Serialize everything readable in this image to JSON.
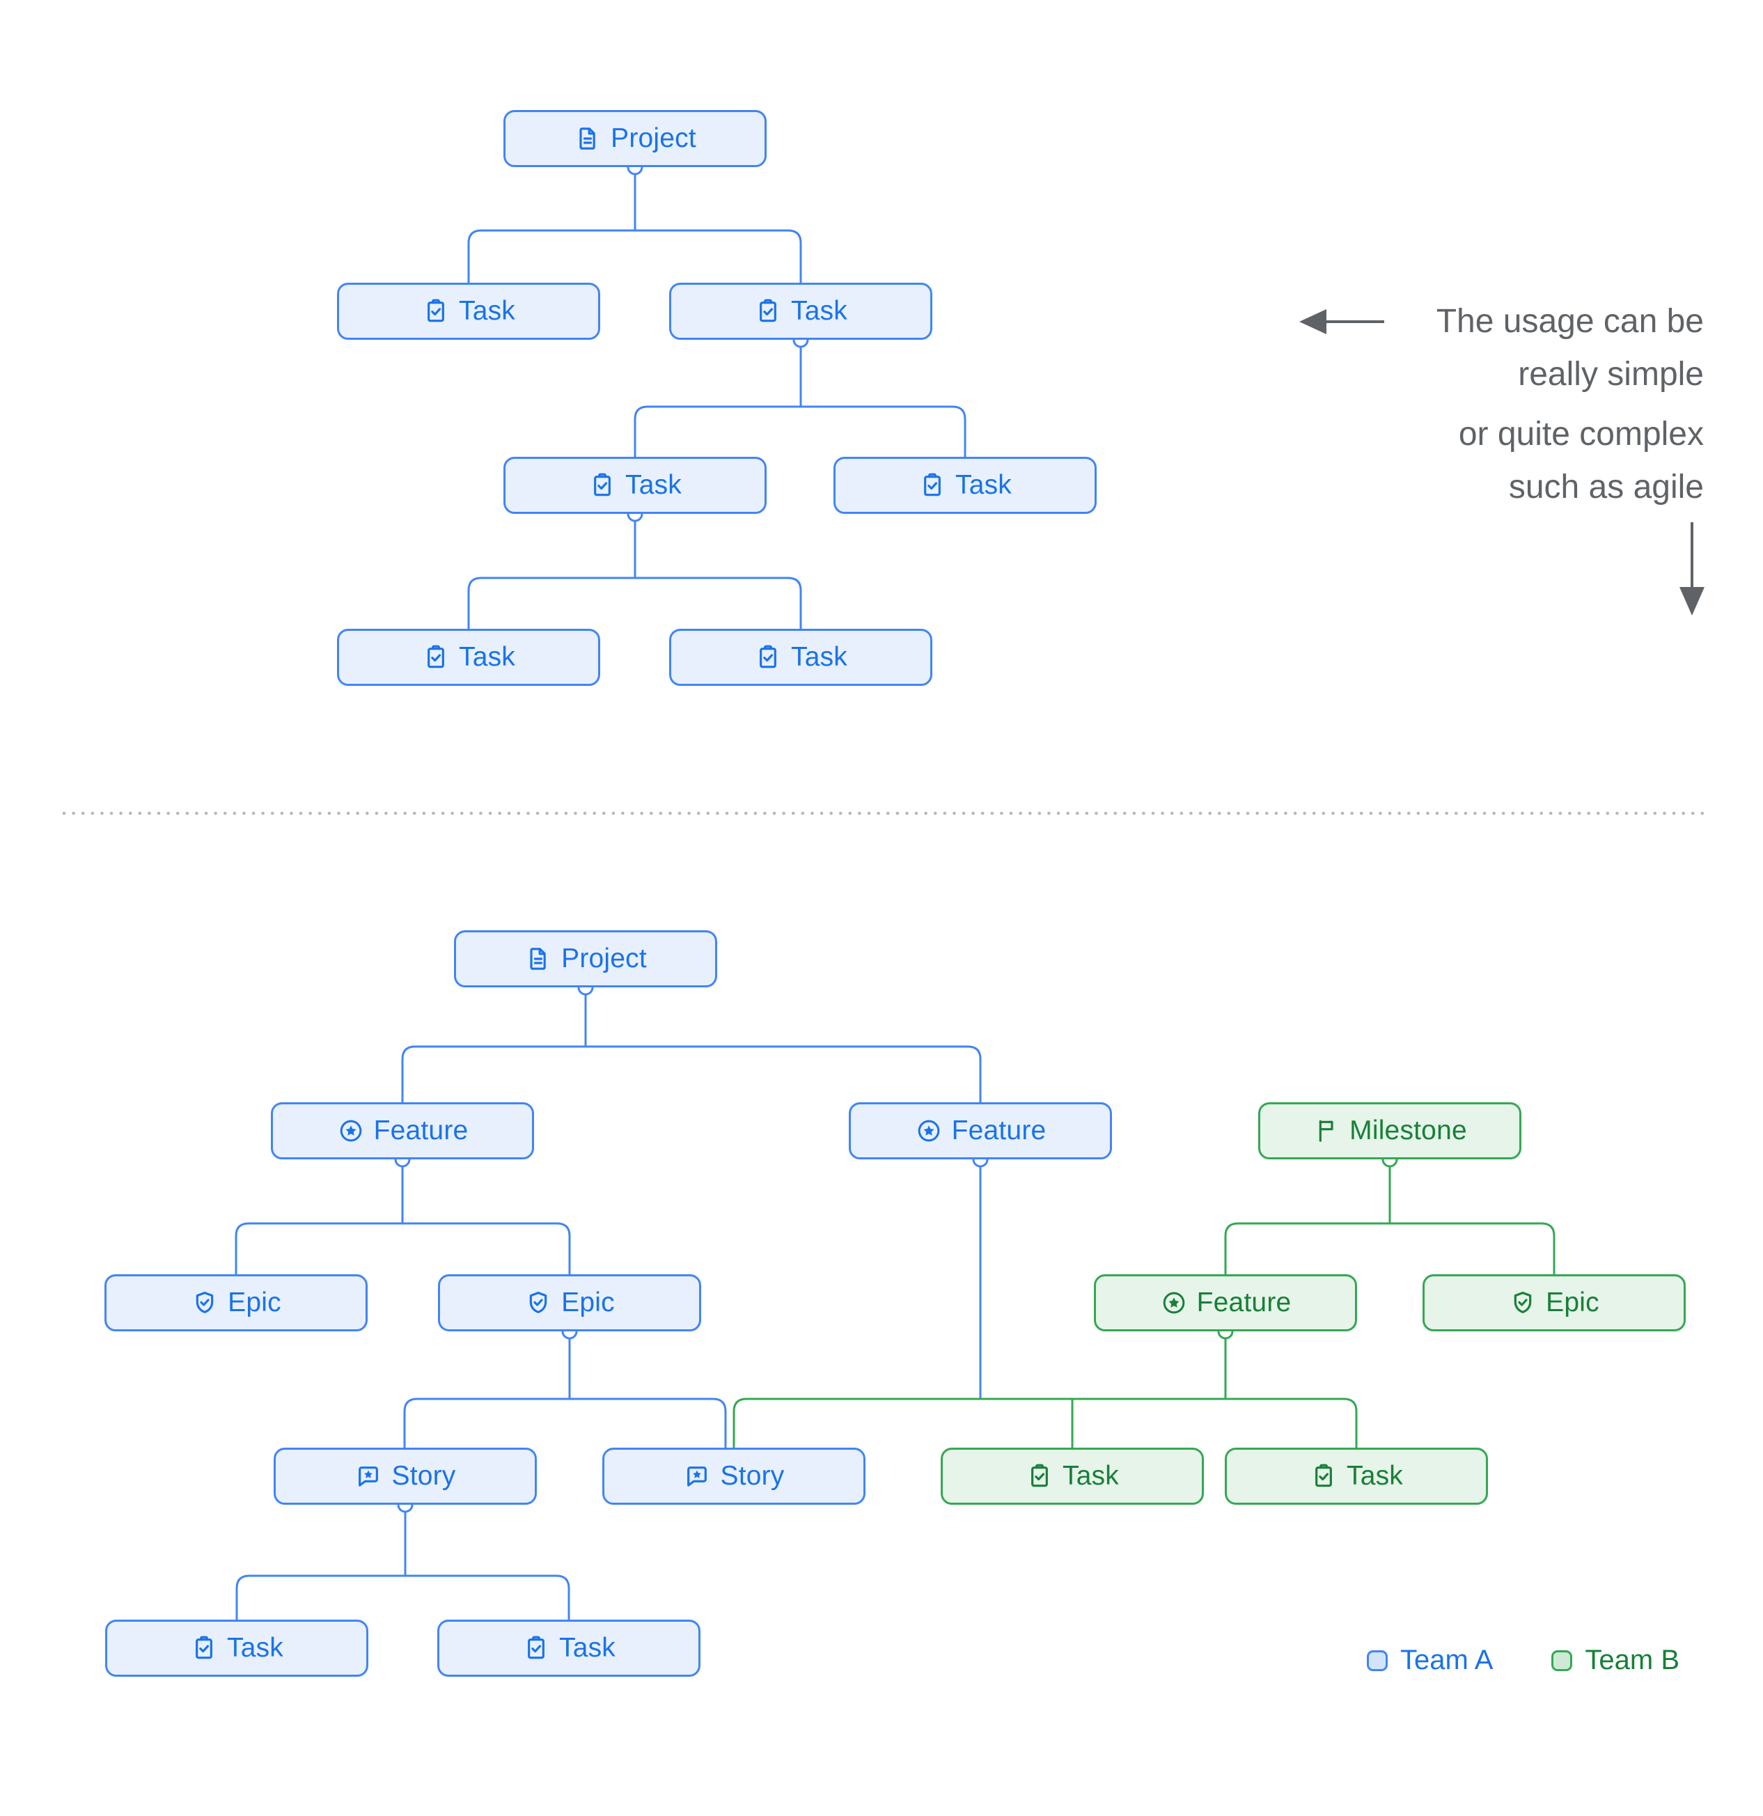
{
  "colors": {
    "team_a_accent": "#4285F4",
    "team_a_fill": "#E8F0FE",
    "team_a_text": "#1A73E8",
    "team_b_accent": "#34A853",
    "team_b_fill": "#E6F4EA",
    "team_b_text": "#188038",
    "annotation_text": "#5F6368",
    "divider_dots": "#B4B8BD"
  },
  "annotation": {
    "line1": "The usage can be",
    "line2": "really simple",
    "line3": "or quite complex",
    "line4": "such as agile"
  },
  "legend": {
    "team_a_label": "Team A",
    "team_b_label": "Team B"
  },
  "simple_tree": {
    "nodes": [
      {
        "label": "Project",
        "icon": "document-icon",
        "team": "A"
      },
      {
        "label": "Task",
        "icon": "clipboard-check-icon",
        "team": "A"
      },
      {
        "label": "Task",
        "icon": "clipboard-check-icon",
        "team": "A"
      },
      {
        "label": "Task",
        "icon": "clipboard-check-icon",
        "team": "A"
      },
      {
        "label": "Task",
        "icon": "clipboard-check-icon",
        "team": "A"
      },
      {
        "label": "Task",
        "icon": "clipboard-check-icon",
        "team": "A"
      },
      {
        "label": "Task",
        "icon": "clipboard-check-icon",
        "team": "A"
      }
    ],
    "edges": [
      [
        0,
        1
      ],
      [
        0,
        2
      ],
      [
        2,
        3
      ],
      [
        2,
        4
      ],
      [
        3,
        5
      ],
      [
        3,
        6
      ]
    ]
  },
  "complex_tree": {
    "nodes": [
      {
        "label": "Project",
        "icon": "document-icon",
        "team": "A"
      },
      {
        "label": "Feature",
        "icon": "star-circle-icon",
        "team": "A"
      },
      {
        "label": "Feature",
        "icon": "star-circle-icon",
        "team": "A"
      },
      {
        "label": "Milestone",
        "icon": "flag-icon",
        "team": "B"
      },
      {
        "label": "Epic",
        "icon": "shield-check-icon",
        "team": "A"
      },
      {
        "label": "Epic",
        "icon": "shield-check-icon",
        "team": "A"
      },
      {
        "label": "Feature",
        "icon": "star-circle-icon",
        "team": "B"
      },
      {
        "label": "Epic",
        "icon": "shield-check-icon",
        "team": "B"
      },
      {
        "label": "Story",
        "icon": "comment-star-icon",
        "team": "A"
      },
      {
        "label": "Story",
        "icon": "comment-star-icon",
        "team": "A"
      },
      {
        "label": "Task",
        "icon": "clipboard-check-icon",
        "team": "B"
      },
      {
        "label": "Task",
        "icon": "clipboard-check-icon",
        "team": "B"
      },
      {
        "label": "Task",
        "icon": "clipboard-check-icon",
        "team": "A"
      },
      {
        "label": "Task",
        "icon": "clipboard-check-icon",
        "team": "A"
      }
    ],
    "edges_team_a": [
      [
        0,
        1
      ],
      [
        0,
        2
      ],
      [
        1,
        4
      ],
      [
        1,
        5
      ],
      [
        5,
        8
      ],
      [
        5,
        9
      ],
      [
        8,
        12
      ],
      [
        8,
        13
      ]
    ],
    "edges_team_b": [
      [
        3,
        6
      ],
      [
        3,
        7
      ],
      [
        6,
        9
      ],
      [
        6,
        10
      ],
      [
        6,
        11
      ]
    ],
    "cross_link": "Feature (node 2) drops into the Team B branch connector"
  }
}
